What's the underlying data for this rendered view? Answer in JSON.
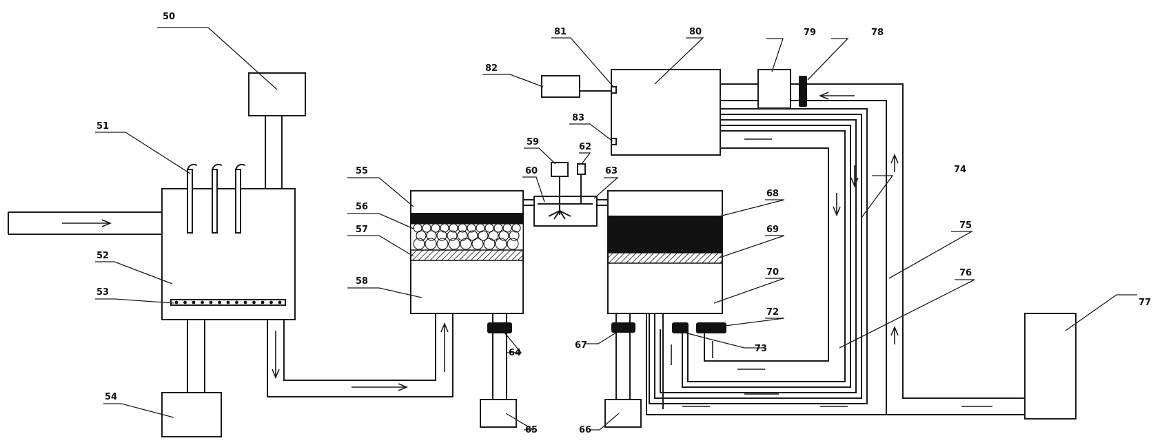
{
  "labels": {
    "l50": "50",
    "l51": "51",
    "l52": "52",
    "l53": "53",
    "l54": "54",
    "l55": "55",
    "l56": "56",
    "l57": "57",
    "l58": "58",
    "l59": "59",
    "l60": "60",
    "l62": "62",
    "l63": "63",
    "l64": "64",
    "l65": "65",
    "l66": "66",
    "l67": "67",
    "l68": "68",
    "l69": "69",
    "l70": "70",
    "l72": "72",
    "l73": "73",
    "l74": "74",
    "l75": "75",
    "l76": "76",
    "l77": "77",
    "l78": "78",
    "l79": "79",
    "l80": "80",
    "l81": "81",
    "l82": "82",
    "l83": "83"
  }
}
